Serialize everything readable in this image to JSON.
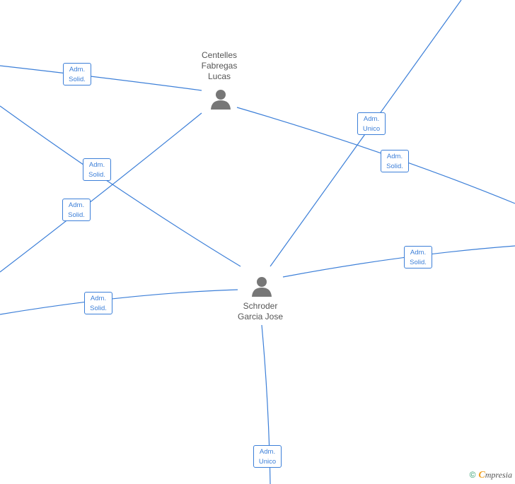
{
  "people": [
    {
      "id": "centelles",
      "lines": [
        "Centelles",
        "Fabregas",
        "Lucas"
      ]
    },
    {
      "id": "schroder",
      "lines": [
        "Schroder",
        "Garcia Jose"
      ]
    }
  ],
  "badges": [
    {
      "lines": [
        "Adm.",
        "Solid."
      ]
    },
    {
      "lines": [
        "Adm.",
        "Unico"
      ]
    },
    {
      "lines": [
        "Adm.",
        "Solid."
      ]
    },
    {
      "lines": [
        "Adm.",
        "Solid."
      ]
    },
    {
      "lines": [
        "Adm.",
        "Solid."
      ]
    },
    {
      "lines": [
        "Adm.",
        "Solid."
      ]
    },
    {
      "lines": [
        "Adm.",
        "Solid."
      ]
    },
    {
      "lines": [
        "Adm.",
        "Unico"
      ]
    }
  ],
  "footer": {
    "copyright": "©",
    "brand_initial": "C",
    "brand_rest": "mpresia"
  },
  "colors": {
    "edge": "#3c7fd8",
    "icon": "#777777",
    "label": "#555555"
  }
}
